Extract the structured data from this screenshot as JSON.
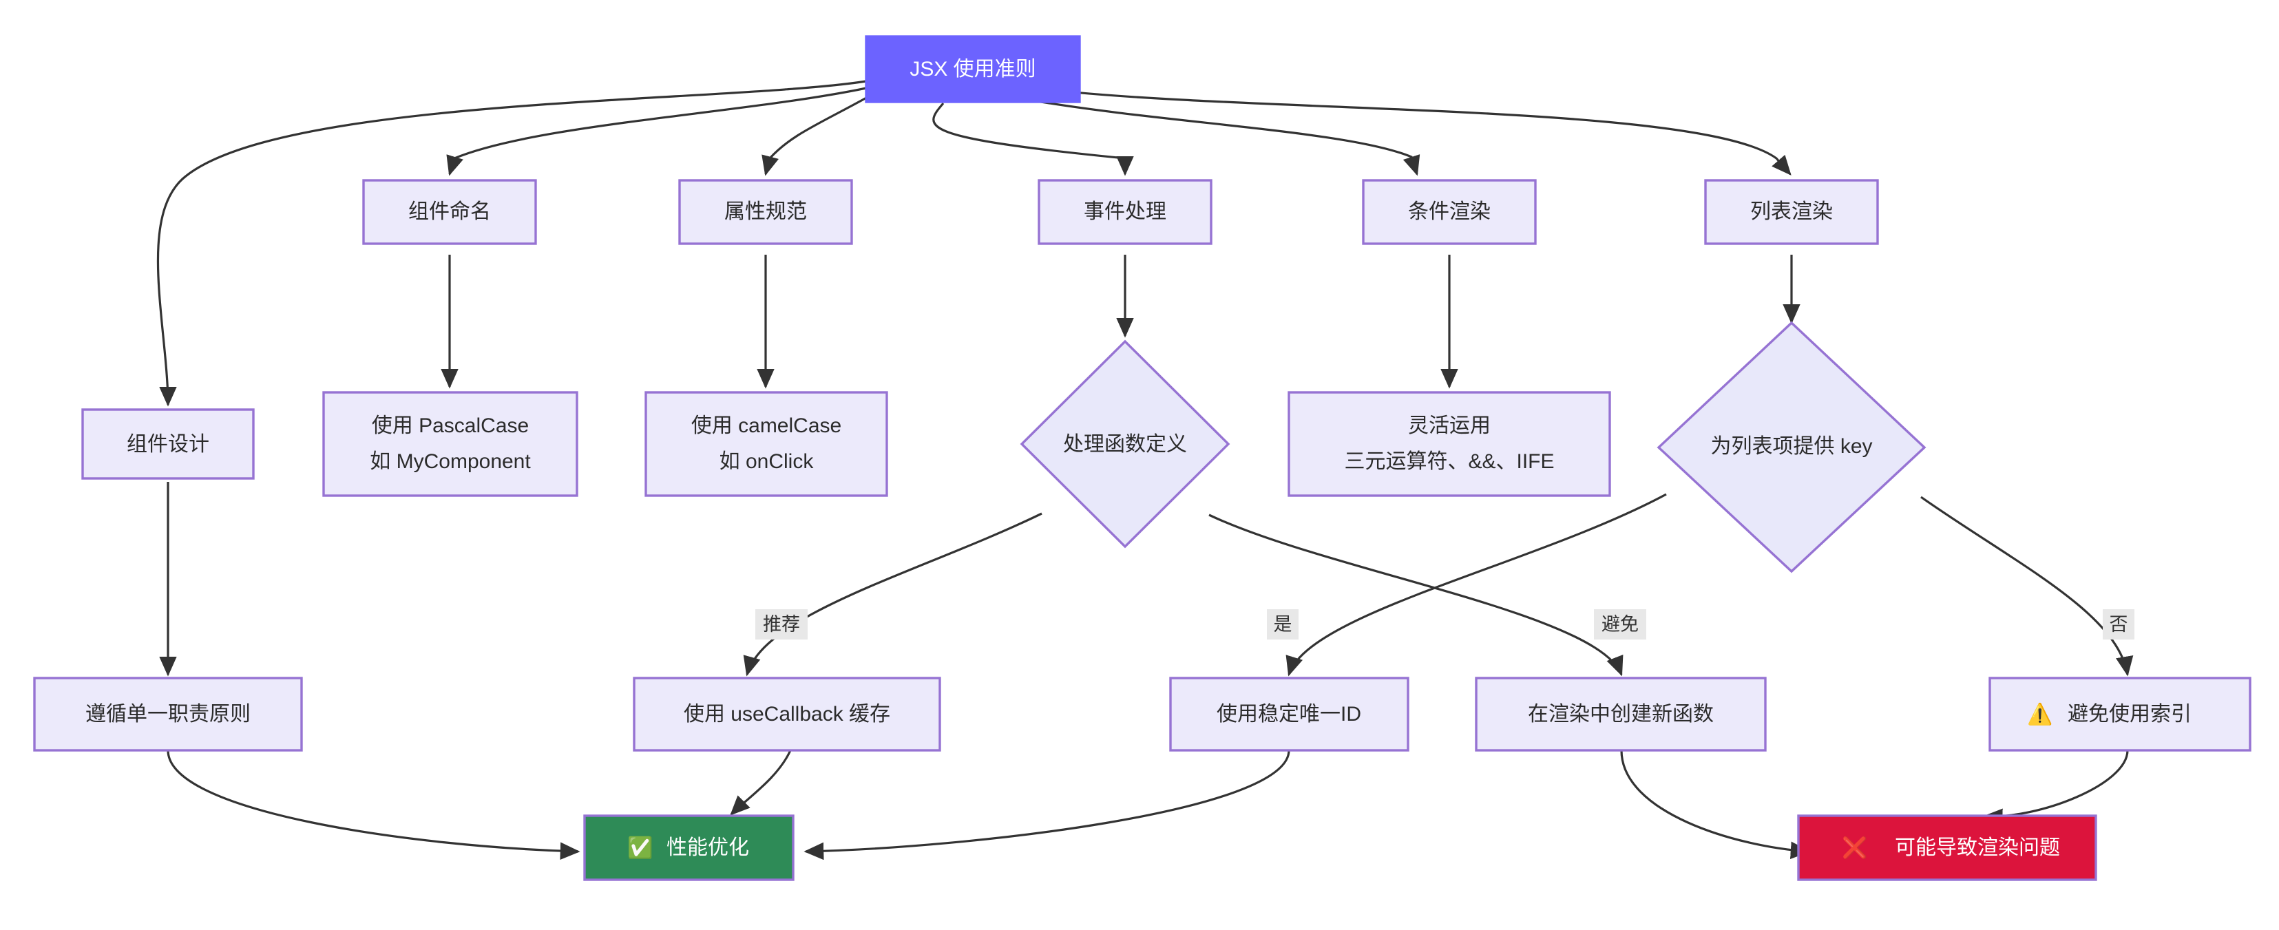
{
  "diagram": {
    "type": "flowchart",
    "title": "JSX 使用准则",
    "direction": "top-down",
    "theme": {
      "background": "#ffffff",
      "node_fill": "#ECEAFB",
      "node_stroke": "#9673D3",
      "root_fill": "#6C63FF",
      "root_text": "#FFFFFF",
      "success_fill": "#2E8B57",
      "danger_fill": "#DC143C",
      "edge_stroke": "#333333",
      "edge_label_bg": "#E8E8E8",
      "text_color": "#2B2B2B"
    }
  },
  "nodes": {
    "root": {
      "label": "JSX 使用准则",
      "shape": "rect",
      "style": "root"
    },
    "component_naming": {
      "label": "组件命名",
      "shape": "rect",
      "style": "default"
    },
    "prop_spec": {
      "label": "属性规范",
      "shape": "rect",
      "style": "default"
    },
    "event_handling": {
      "label": "事件处理",
      "shape": "rect",
      "style": "default"
    },
    "conditional_render": {
      "label": "条件渲染",
      "shape": "rect",
      "style": "default"
    },
    "list_render": {
      "label": "列表渲染",
      "shape": "rect",
      "style": "default"
    },
    "component_design": {
      "label": "组件设计",
      "shape": "rect",
      "style": "default"
    },
    "pascal_case": {
      "label_line1": "使用 PascalCase",
      "label_line2": "如 MyComponent",
      "shape": "rect",
      "style": "default"
    },
    "camel_case": {
      "label_line1": "使用 camelCase",
      "label_line2": "如 onClick",
      "shape": "rect",
      "style": "default"
    },
    "handler_def": {
      "label": "处理函数定义",
      "shape": "diamond",
      "style": "default"
    },
    "flexible_use": {
      "label_line1": "灵活运用",
      "label_line2": "三元运算符、&&、IIFE",
      "shape": "rect",
      "style": "default"
    },
    "provide_key": {
      "label": "为列表项提供 key",
      "shape": "diamond",
      "style": "default"
    },
    "single_responsibility": {
      "label": "遵循单一职责原则",
      "shape": "rect",
      "style": "default"
    },
    "use_callback": {
      "label": "使用 useCallback 缓存",
      "shape": "rect",
      "style": "default"
    },
    "stable_unique_id": {
      "label": "使用稳定唯一ID",
      "shape": "rect",
      "style": "default"
    },
    "inline_new_fn": {
      "label": "在渲染中创建新函数",
      "shape": "rect",
      "style": "default"
    },
    "avoid_index": {
      "icon": "warning-icon",
      "icon_glyph": "⚠️",
      "label": "避免使用索引",
      "shape": "rect",
      "style": "default"
    },
    "perf_optimize": {
      "icon": "check-box-icon",
      "icon_glyph": "✅",
      "label": "性能优化",
      "shape": "rect",
      "style": "success"
    },
    "render_problem": {
      "icon": "cross-mark-icon",
      "icon_glyph": "❌",
      "label": "可能导致渲染问题",
      "shape": "rect",
      "style": "danger"
    }
  },
  "edges": [
    {
      "from": "root",
      "to": "component_design",
      "label": ""
    },
    {
      "from": "root",
      "to": "component_naming",
      "label": ""
    },
    {
      "from": "root",
      "to": "prop_spec",
      "label": ""
    },
    {
      "from": "root",
      "to": "event_handling",
      "label": ""
    },
    {
      "from": "root",
      "to": "conditional_render",
      "label": ""
    },
    {
      "from": "root",
      "to": "list_render",
      "label": ""
    },
    {
      "from": "component_naming",
      "to": "pascal_case",
      "label": ""
    },
    {
      "from": "prop_spec",
      "to": "camel_case",
      "label": ""
    },
    {
      "from": "event_handling",
      "to": "handler_def",
      "label": ""
    },
    {
      "from": "conditional_render",
      "to": "flexible_use",
      "label": ""
    },
    {
      "from": "list_render",
      "to": "provide_key",
      "label": ""
    },
    {
      "from": "component_design",
      "to": "single_responsibility",
      "label": ""
    },
    {
      "from": "handler_def",
      "to": "use_callback",
      "label": "推荐"
    },
    {
      "from": "handler_def",
      "to": "inline_new_fn",
      "label": "避免"
    },
    {
      "from": "provide_key",
      "to": "stable_unique_id",
      "label": "是"
    },
    {
      "from": "provide_key",
      "to": "avoid_index",
      "label": "否"
    },
    {
      "from": "single_responsibility",
      "to": "perf_optimize",
      "label": ""
    },
    {
      "from": "use_callback",
      "to": "perf_optimize",
      "label": ""
    },
    {
      "from": "stable_unique_id",
      "to": "perf_optimize",
      "label": ""
    },
    {
      "from": "inline_new_fn",
      "to": "render_problem",
      "label": ""
    },
    {
      "from": "avoid_index",
      "to": "render_problem",
      "label": ""
    }
  ],
  "edge_labels": {
    "recommend": "推荐",
    "yes": "是",
    "avoid": "避免",
    "no": "否"
  }
}
